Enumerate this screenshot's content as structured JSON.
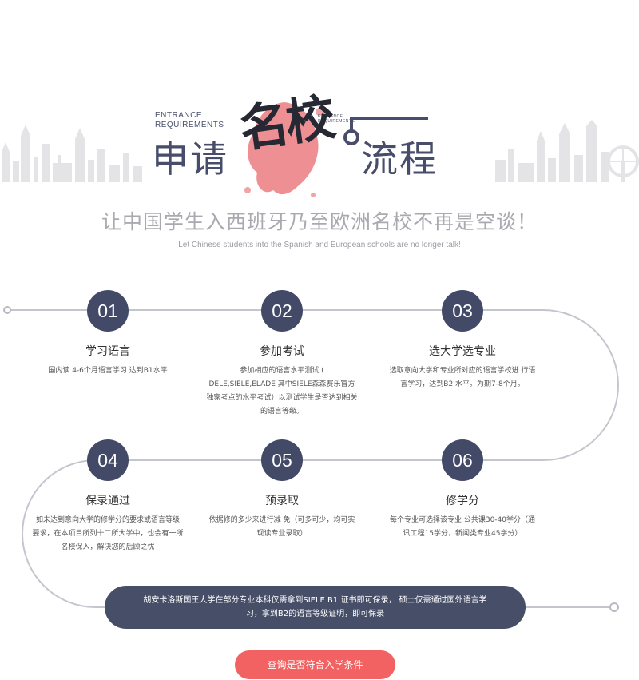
{
  "header": {
    "label_en": "ENTRANCE REQUIREMENTS",
    "label_en_small": "ENTRANCE REQUIREMENTS",
    "title_left": "申请",
    "title_brush": "名校",
    "title_right": "流程",
    "brush_color": "#e8656a",
    "accent_color": "#474d6a"
  },
  "subtitle": {
    "zh": "让中国学生入西班牙乃至欧洲名校不再是空谈！",
    "en": "Let Chinese students into the Spanish and European schools are no longer talk!"
  },
  "steps": [
    {
      "num": "01",
      "name": "学习语言",
      "desc": "国内读 4-6个月语言学习 达到B1水平"
    },
    {
      "num": "02",
      "name": "参加考试",
      "desc": "参加相应的语言水平测试 ( DELE,SIELE,ELADE 其中SIELE森森赛乐官方独家考点的水平考试）以测试学生是否达到相关的语言等级。"
    },
    {
      "num": "03",
      "name": "选大学选专业",
      "desc": "选取意向大学和专业所对应的语言学校进 行语言学习，达到B2 水平。为期7-8个月。"
    },
    {
      "num": "04",
      "name": "保录通过",
      "desc": "如未达到意向大学的修学分的要求或语言等级 要求，在本项目所列十二所大学中，也会有一所名校保入，解决您的后顾之忧"
    },
    {
      "num": "05",
      "name": "预录取",
      "desc": "依据修的多少来进行减 免（可多可少，均可实现读专业录取）"
    },
    {
      "num": "06",
      "name": "修学分",
      "desc": "每个专业可选择该专业 公共课30-40学分（通讯工程15学分，新闻类专业45学分）"
    }
  ],
  "banner": {
    "text": "胡安卡洛斯国王大学在部分专业本科仅需拿到SIELE B1 证书即可保录， 硕士仅需通过国外语言学习，拿到B2的语言等级证明，即可保录"
  },
  "cta": {
    "label": "查询是否符合入学条件",
    "color": "#f26262"
  }
}
